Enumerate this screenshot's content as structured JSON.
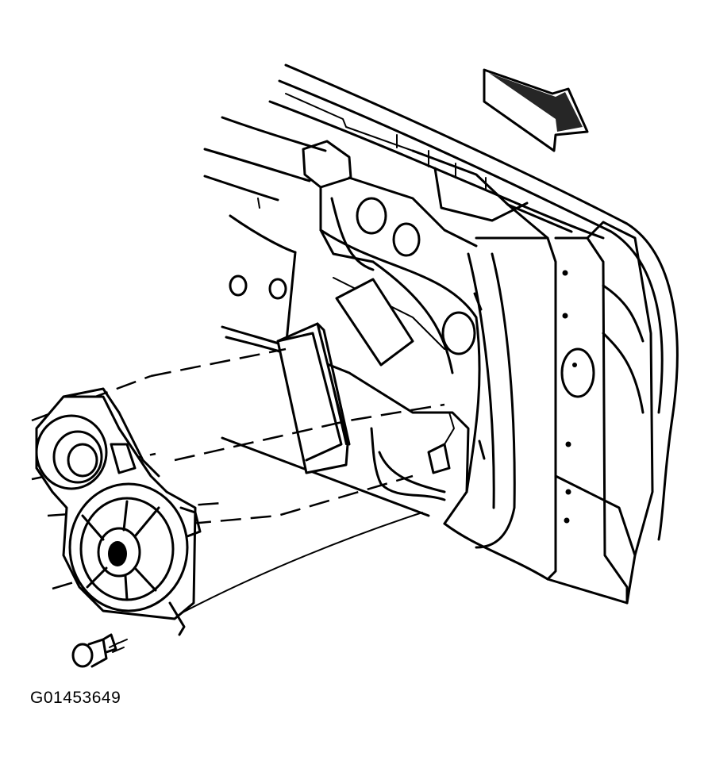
{
  "figure": {
    "id_label": "G01453649"
  },
  "parts": {
    "direction_arrow": "arrow-icon",
    "door_inner_panel": "door-panel",
    "speaker_assembly": "speaker-icon",
    "screw": "screw-icon",
    "module": "module-box"
  },
  "colors": {
    "line": "#000000",
    "background": "#ffffff"
  }
}
